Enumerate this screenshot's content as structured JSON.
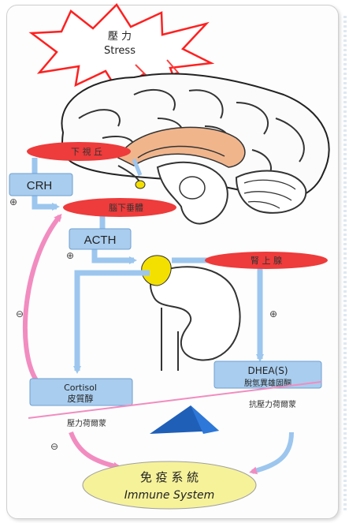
{
  "stress": {
    "zh": "壓 力",
    "en": "Stress"
  },
  "hypothalamus": "下 視 丘",
  "crh": "CRH",
  "pituitary": "腦下垂體",
  "acth": "ACTH",
  "adrenal": "腎 上 腺",
  "cortisol": {
    "en": "Cortisol",
    "zh": "皮質醇",
    "caption": "壓力荷爾蒙"
  },
  "dhea": {
    "en": "DHEA(S)",
    "zh": "脫氫異雄固酮",
    "caption": "抗壓力荷爾蒙"
  },
  "immune": {
    "zh": "免 疫 系 統",
    "en": "Immune System"
  },
  "signs": {
    "plus": "⊕",
    "minus": "⊖"
  },
  "colors": {
    "blue_arrow": "#9cc6ee",
    "pink_arrow": "#f28cc0",
    "red_oval": "#ee3b3b",
    "box_blue": "#a9cdee",
    "yellow_oval": "#f6f29a",
    "pyramid": "#1f5fb8",
    "gland": "#f4e000",
    "brain_fill": "#f1b58c"
  }
}
